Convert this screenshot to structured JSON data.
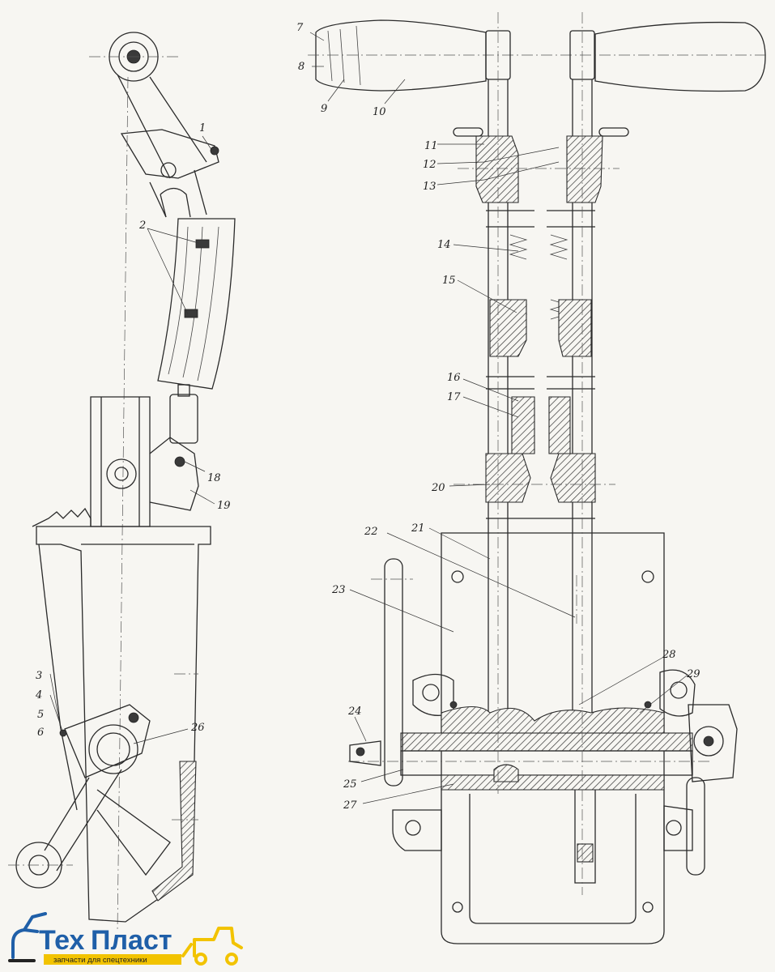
{
  "callouts": [
    "1",
    "2",
    "3",
    "4",
    "5",
    "6",
    "7",
    "8",
    "9",
    "10",
    "11",
    "12",
    "13",
    "14",
    "15",
    "16",
    "17",
    "18",
    "19",
    "20",
    "21",
    "22",
    "23",
    "24",
    "25",
    "26",
    "27",
    "28",
    "29"
  ],
  "logo": {
    "name_part1": "Тех",
    "name_part2": "Пласт",
    "tagline": "запчасти для спецтехники",
    "colors": {
      "blue": "#1f5fa8",
      "yellow": "#f2c300",
      "dark": "#222222"
    }
  }
}
